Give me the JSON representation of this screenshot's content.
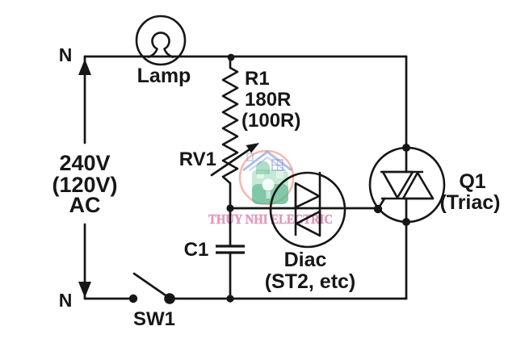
{
  "figure": {
    "kind": "scanned circuit schematic",
    "components": [
      "Lamp",
      "R1",
      "RV1",
      "C1",
      "Diac",
      "Q1 Triac",
      "SW1"
    ]
  },
  "labels": {
    "n_top": "N",
    "n_bottom": "N",
    "lamp": "Lamp",
    "r1": {
      "name": "R1",
      "value": "180R",
      "alt_value": "(100R)"
    },
    "rv1": "RV1",
    "supply": {
      "line1": "240V",
      "line2": "(120V)",
      "line3": "AC"
    },
    "c1": "C1",
    "diac": {
      "name": "Diac",
      "alt": "(ST2, etc)"
    },
    "q1": {
      "name": "Q1",
      "type": "(Triac)"
    },
    "sw1": "SW1"
  },
  "watermark": {
    "text": "THUY NHI ELECTRIC",
    "text_color": "#ec82a5",
    "circle_color": "#f29987",
    "roof_color": "#7d91d7",
    "body_color_light": "#8fd1ae",
    "body_color_dark": "#3ba97c"
  },
  "colors": {
    "ink": "#161616",
    "background": "#ffffff"
  }
}
